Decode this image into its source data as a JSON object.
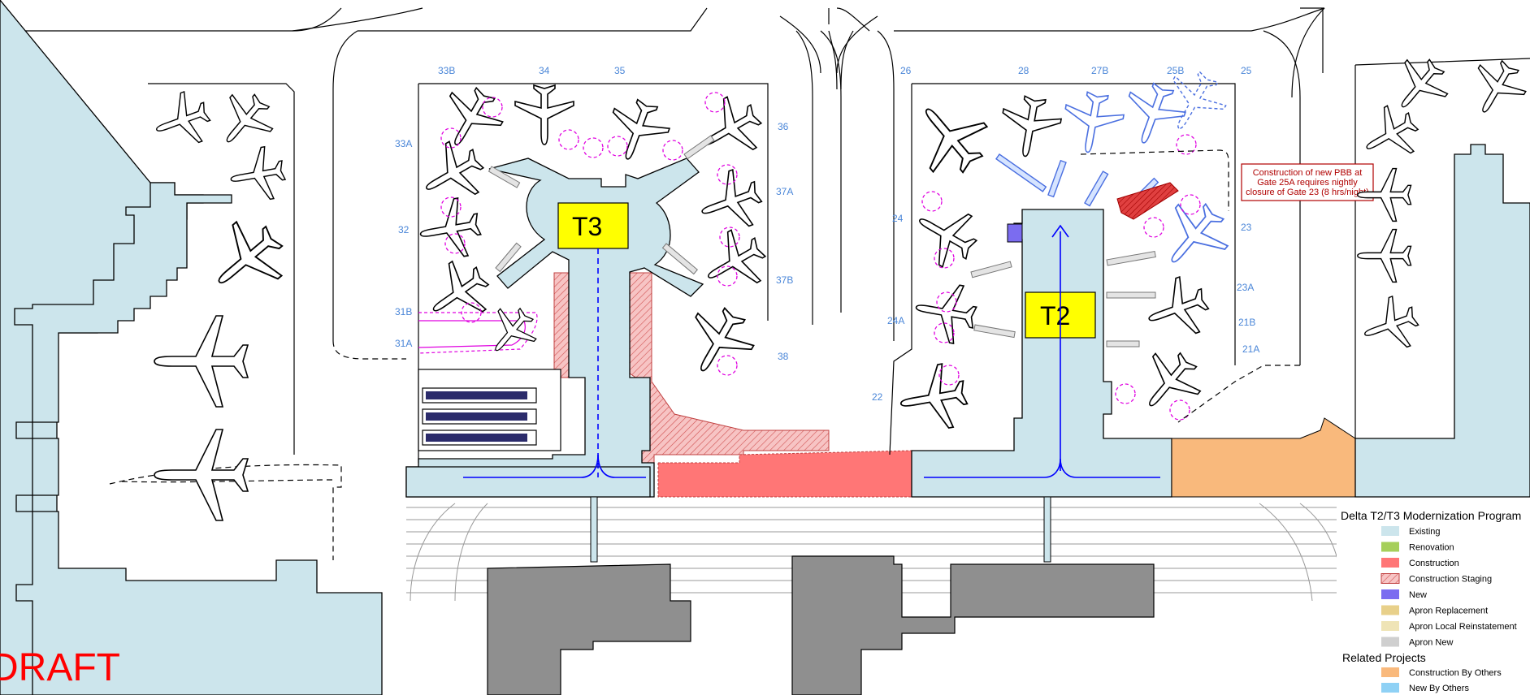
{
  "gates": {
    "g33b": "33B",
    "g34": "34",
    "g35": "35",
    "g36": "36",
    "g33a": "33A",
    "g32": "32",
    "g37a": "37A",
    "g37b": "37B",
    "g31b": "31B",
    "g31a": "31A",
    "g38": "38",
    "g26": "26",
    "g28": "28",
    "g27b": "27B",
    "g25b": "25B",
    "g25": "25",
    "g24": "24",
    "g24a": "24A",
    "g22": "22",
    "g23": "23",
    "g23a": "23A",
    "g21b": "21B",
    "g21a": "21A"
  },
  "terminals": {
    "t3": "T3",
    "t2": "T2"
  },
  "callout": {
    "line1": "Construction of new PBB at",
    "line2": "Gate 25A requires nightly",
    "line3": "closure of Gate 23 (8 hrs/night)"
  },
  "watermark": "DRAFT",
  "legend": {
    "title": "Delta T2/T3 Modernization Program",
    "items": [
      {
        "label": "Existing",
        "color": "#cce5ec"
      },
      {
        "label": "Renovation",
        "color": "#a6cf5a"
      },
      {
        "label": "Construction",
        "color": "#ff7676"
      },
      {
        "label": "Construction Staging",
        "color": "#f4b4b4"
      },
      {
        "label": "New",
        "color": "#7b6cf0"
      },
      {
        "label": "Apron Replacement",
        "color": "#e8d08a"
      },
      {
        "label": "Apron Local Reinstatement",
        "color": "#efe4b6"
      },
      {
        "label": "Apron New",
        "color": "#cfcfcf"
      }
    ],
    "related_title": "Related Projects",
    "related_items": [
      {
        "label": "Construction By Others",
        "color": "#f9b97c"
      },
      {
        "label": "New By Others",
        "color": "#8fd1f5"
      }
    ]
  },
  "colors": {
    "existing": "#cce5ec",
    "construction": "#ff7676",
    "by_others": "#f9b97c",
    "new": "#7b6cf0",
    "parking": "#8f8f8f",
    "label_yellow": "#ffff00",
    "gate_blue": "#4a86d8"
  },
  "icons": {
    "aircraft": "aircraft-icon",
    "stand_circle": "stand-circle-icon",
    "flow_arrow": "flow-arrow-icon"
  }
}
